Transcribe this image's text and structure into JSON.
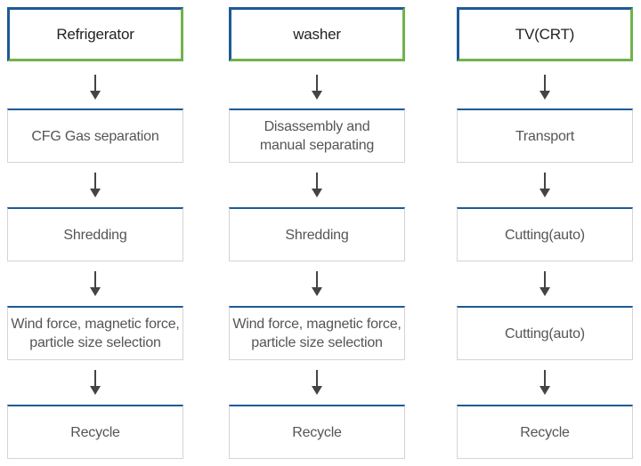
{
  "columns": [
    {
      "title": "Refrigerator",
      "steps": [
        "CFG Gas separation",
        "Shredding",
        "Wind force, magnetic force,\nparticle size selection",
        "Recycle"
      ]
    },
    {
      "title": "washer",
      "steps": [
        "Disassembly and\nmanual separating",
        "Shredding",
        "Wind force, magnetic force,\nparticle size selection",
        "Recycle"
      ]
    },
    {
      "title": "TV(CRT)",
      "steps": [
        "Transport",
        "Cutting(auto)",
        "Cutting(auto)",
        "Recycle"
      ]
    }
  ],
  "colors": {
    "header_border_top_left": "#1e5a96",
    "header_border_bottom_right": "#6fb34a",
    "step_border_top": "#1e5a96",
    "arrow": "#444444",
    "text": "#555555"
  }
}
